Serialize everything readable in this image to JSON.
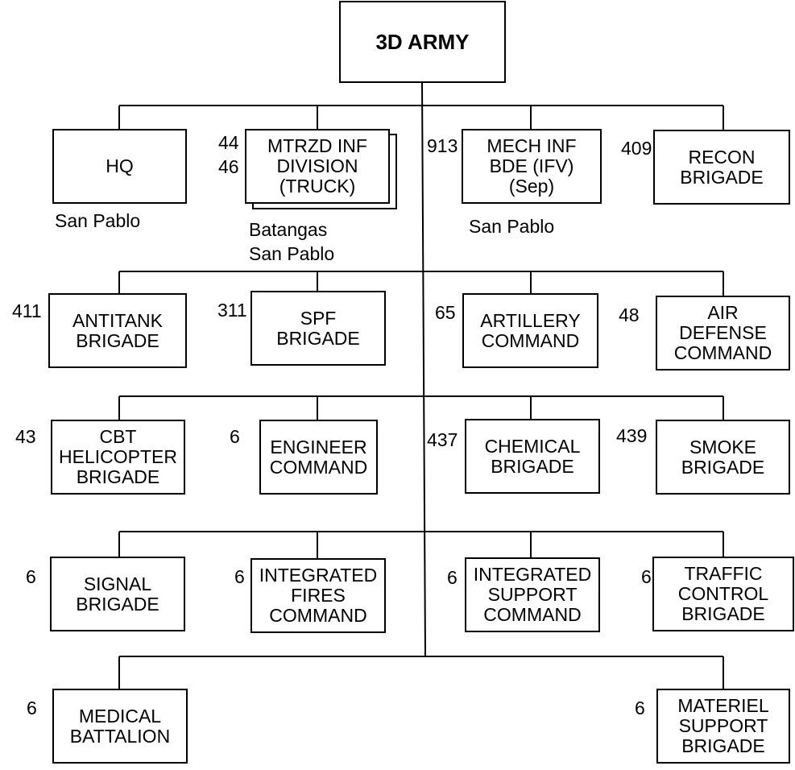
{
  "root": {
    "label": "3D ARMY"
  },
  "units": {
    "hq": {
      "label": "HQ",
      "location": "San Pablo"
    },
    "mtrzd": {
      "label": "MTRZD INF\nDIVISION\n(TRUCK)",
      "number": "44\n46",
      "location": "Batangas\nSan Pablo"
    },
    "mech": {
      "label": "MECH INF\nBDE (IFV)\n(Sep)",
      "number": "913",
      "location": "San Pablo"
    },
    "recon": {
      "label": "RECON\nBRIGADE",
      "number": "409"
    },
    "antitank": {
      "label": "ANTITANK\nBRIGADE",
      "number": "411"
    },
    "spf": {
      "label": "SPF\nBRIGADE",
      "number": "311"
    },
    "artillery": {
      "label": "ARTILLERY\nCOMMAND",
      "number": "65"
    },
    "airdef": {
      "label": "AIR\nDEFENSE\nCOMMAND",
      "number": "48"
    },
    "cbtheli": {
      "label": "CBT\nHELICOPTER\nBRIGADE",
      "number": "43"
    },
    "engineer": {
      "label": "ENGINEER\nCOMMAND",
      "number": "6"
    },
    "chemical": {
      "label": "CHEMICAL\nBRIGADE",
      "number": "437"
    },
    "smoke": {
      "label": "SMOKE\nBRIGADE",
      "number": "439"
    },
    "signal": {
      "label": "SIGNAL\nBRIGADE",
      "number": "6"
    },
    "intfires": {
      "label": "INTEGRATED\nFIRES\nCOMMAND",
      "number": "6"
    },
    "intsupport": {
      "label": "INTEGRATED\nSUPPORT\nCOMMAND",
      "number": "6"
    },
    "traffic": {
      "label": "TRAFFIC\nCONTROL\nBRIGADE",
      "number": "6"
    },
    "medical": {
      "label": "MEDICAL\nBATTALION",
      "number": "6"
    },
    "materiel": {
      "label": "MATERIEL\nSUPPORT\nBRIGADE",
      "number": "6"
    }
  },
  "colors": {
    "line": "#000000",
    "box_border": "#000000",
    "background": "#ffffff"
  }
}
